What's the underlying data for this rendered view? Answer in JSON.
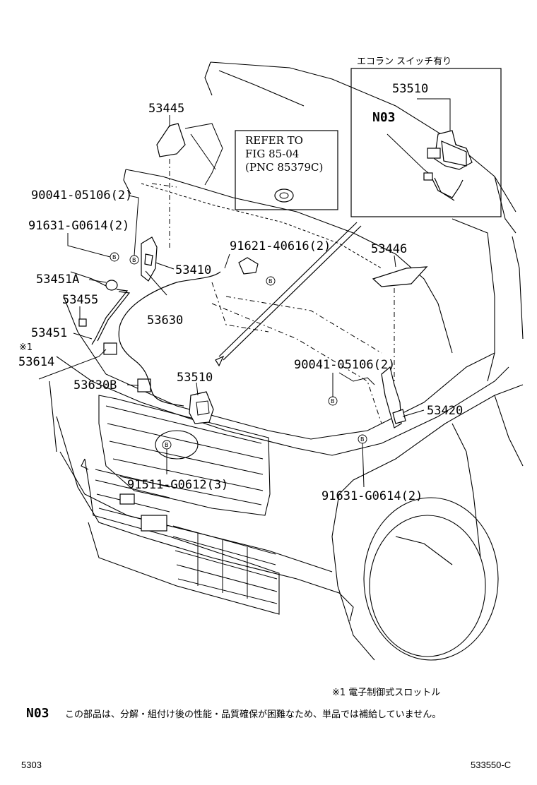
{
  "inset": {
    "title": "エコラン スイッチ有り",
    "part_number": "53510",
    "code": "N03"
  },
  "refer_box": {
    "line1": "REFER TO",
    "line2": "FIG 85-04",
    "line3": "(PNC 85379C)"
  },
  "callouts": {
    "p53445": "53445",
    "p90041_top": "90041-05106(2)",
    "p91631_top": "91631-G0614(2)",
    "p53451A": "53451A",
    "p53455": "53455",
    "p53451": "53451",
    "note_mark": "※1",
    "p53614": "53614",
    "p53630B": "53630B",
    "p53410": "53410",
    "p53630": "53630",
    "p91621": "91621-40616(2)",
    "p53510": "53510",
    "p53446": "53446",
    "p90041_right": "90041-05106(2)",
    "p53420": "53420",
    "p91511": "91511-G0612(3)",
    "p91631_bottom": "91631-G0614(2)"
  },
  "bolt_marker": "B",
  "footnote": {
    "mark_note": "※1 電子制御式スロットル",
    "n03_code": "N03",
    "n03_text": "この部品は、分解・組付け後の性能・品質確保が困難なため、単品では補給していません。"
  },
  "footer": {
    "left": "5303",
    "right": "533550-C"
  }
}
